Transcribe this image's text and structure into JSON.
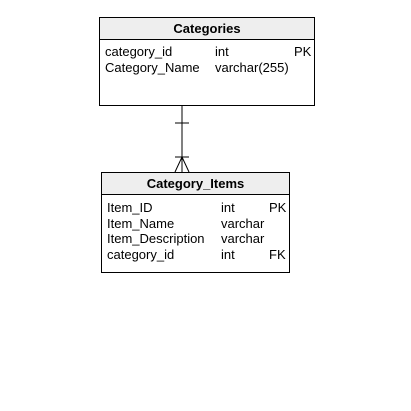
{
  "entities": {
    "categories": {
      "title": "Categories",
      "attributes": [
        {
          "name": "category_id",
          "type": "int",
          "key": "PK"
        },
        {
          "name": "Category_Name",
          "type": "varchar(255)",
          "key": ""
        }
      ]
    },
    "category_items": {
      "title": "Category_Items",
      "attributes": [
        {
          "name": "Item_ID",
          "type": "int",
          "key": "PK"
        },
        {
          "name": "Item_Name",
          "type": "varchar",
          "key": ""
        },
        {
          "name": "Item_Description",
          "type": "varchar",
          "key": ""
        },
        {
          "name": "category_id",
          "type": "int",
          "key": "FK"
        }
      ]
    }
  },
  "relationship": {
    "from": "Categories",
    "to": "Category_Items",
    "from_cardinality": "one-and-only-one",
    "to_cardinality": "one-or-many"
  }
}
